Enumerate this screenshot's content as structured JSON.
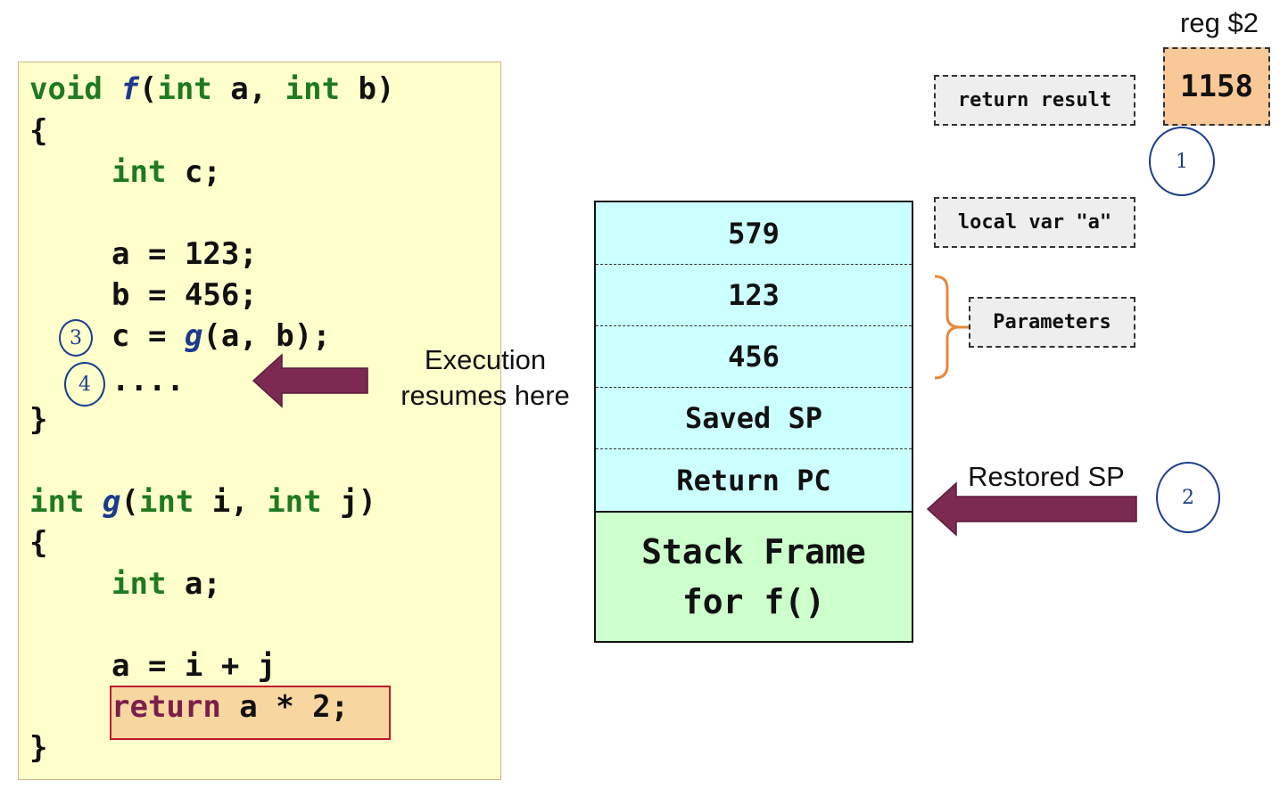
{
  "code": {
    "f_signature": {
      "kw1": "void",
      "name": "f",
      "rest_open": "(",
      "kw2": "int",
      "p1": " a, ",
      "kw3": "int",
      "p2": " b)"
    },
    "f_open": "{",
    "f_decl": {
      "kw": "int",
      "rest": " c;"
    },
    "f_a_assign": "a = 123;",
    "f_b_assign": "b = 456;",
    "f_call": {
      "pre": "c = ",
      "fn": "g",
      "post": "(a, b);"
    },
    "f_dots": "....",
    "f_close": "}",
    "g_signature": {
      "kw1": "int",
      "name": "g",
      "rest_open": "(",
      "kw2": "int",
      "p1": " i, ",
      "kw3": "int",
      "p2": " j)"
    },
    "g_open": "{",
    "g_decl": {
      "kw": "int",
      "rest": " a;"
    },
    "g_assign": "a = i + j",
    "g_return": {
      "kw": "return",
      "rest": " a * 2;"
    },
    "g_close": "}"
  },
  "annotations": {
    "circle_1": "1",
    "circle_2": "2",
    "circle_3": "3",
    "circle_4": "4"
  },
  "labels": {
    "execution_resumes_line1": "Execution",
    "execution_resumes_line2": "resumes here",
    "restored_sp": "Restored SP",
    "reg": "reg $2"
  },
  "stack": {
    "cells": [
      "579",
      "123",
      "456",
      "Saved SP",
      "Return PC"
    ],
    "frame_line1": "Stack Frame",
    "frame_line2": "for f()"
  },
  "boxes": {
    "return_result": "return result",
    "local_var": "local var \"a\"",
    "parameters": "Parameters",
    "reg_value": "1158"
  },
  "colors": {
    "code_bg": "#ffffcc",
    "keyword": "#1f7a1f",
    "function_name": "#1a3a8a",
    "return_kw": "#7a1f4a",
    "stack_cell_bg": "#ccffff",
    "frame_bg": "#ccffcc",
    "reg_bg": "#f9c898",
    "arrow": "#7d2a52",
    "brace": "#e8883a",
    "annotation_ink": "#1b3e8c"
  }
}
